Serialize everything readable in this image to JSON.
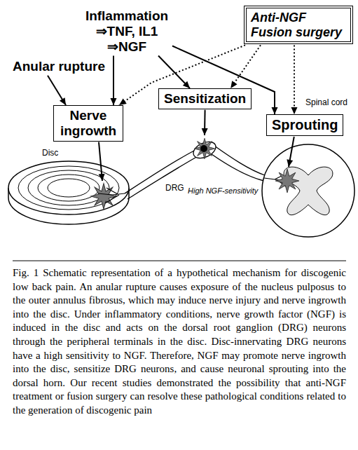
{
  "diagram": {
    "caption": "Fig. 1 Schematic representation of a hypothetical mechanism for discogenic low back pain. An anular rupture causes exposure of the nucleus pulposus to the outer annulus fibrosus, which may induce nerve injury and nerve ingrowth into the disc. Under inflammatory conditions, nerve growth factor (NGF) is induced in the disc and acts on the dorsal root ganglion (DRG) neurons through the peripheral terminals in the disc. Disc-innervating DRG neurons have a high sensitivity to NGF. Therefore, NGF may promote nerve ingrowth into the disc, sensitize DRG neurons, and cause neuronal sprouting into the dorsal horn. Our recent studies demonstrated the possibility that anti-NGF treatment or fusion surgery can resolve these pathological conditions related to the generation of discogenic pain",
    "nodes": [
      {
        "text": [
          "Inflammation ⇒TNF, IL1 ⇒NGF"
        ]
      },
      {
        "text": [
          "Anti-NGF Fusion surgery"
        ]
      },
      {
        "text": [
          "Anular rupture"
        ]
      },
      {
        "text": [
          "Sensitization"
        ]
      },
      {
        "text": [
          "Nerve ingrowth"
        ]
      },
      {
        "text": [
          "Sprouting"
        ]
      }
    ],
    "edges": [
      {
        "from": 0,
        "to": 4,
        "arrow": "to"
      },
      {
        "from": 0,
        "to": 3,
        "arrow": "to"
      },
      {
        "from": 0,
        "to": 5,
        "arrow": "to"
      },
      {
        "from": 2,
        "to": 4,
        "arrow": "to"
      },
      {
        "from": 1,
        "to": 4,
        "arrow": "to"
      },
      {
        "from": 1,
        "to": 3,
        "arrow": "to"
      },
      {
        "from": 1,
        "to": 5,
        "arrow": "to"
      }
    ],
    "labels": [
      "Disc",
      "DRG",
      "High NGF-sensitivity",
      "Spinal cord"
    ]
  }
}
